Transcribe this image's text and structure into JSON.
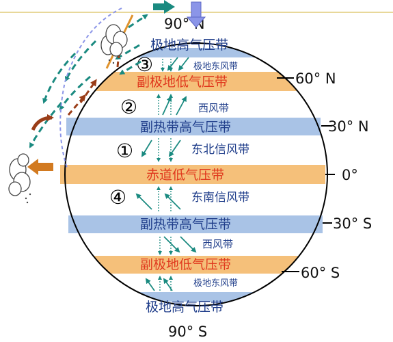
{
  "colors": {
    "high_pressure_band": "#a9c3e6",
    "low_pressure_band": "#f5c07a",
    "high_pressure_text": "#1f3d8a",
    "low_pressure_text": "#e0391e",
    "wind_arrow": "#1a8a80",
    "subsidence_arrow": "#8b95e8",
    "rising_arrow": "#9a3d18",
    "outflow_arrow": "#d27a20"
  },
  "latitudes": {
    "north_pole": "90° N",
    "n60": "60° N",
    "n30": "30° N",
    "equator": "0°",
    "s30": "30° S",
    "s60": "60° S",
    "south_pole": "90° S"
  },
  "pressure_belts": {
    "polar_high_north": "极地高气压带",
    "subpolar_low_north": "副极地低气压带",
    "subtropical_high_north": "副热带高气压带",
    "equatorial_low": "赤道低气压带",
    "subtropical_high_south": "副热带高气压带",
    "subpolar_low_south": "副极地低气压带",
    "polar_high_south": "极地高气压带"
  },
  "wind_belts": {
    "polar_easterlies_north": "极地东风带",
    "westerlies_north": "西风带",
    "ne_trades": "东北信风带",
    "se_trades": "东南信风带",
    "westerlies_south": "西风带",
    "polar_easterlies_south": "极地东风带"
  },
  "markers": {
    "m1": "①",
    "m2": "②",
    "m3": "③",
    "m4": "④"
  },
  "icons": [
    "cloud-icon",
    "subsidence-arrow-icon",
    "rising-arrow-icon",
    "outflow-arrow-icon"
  ]
}
